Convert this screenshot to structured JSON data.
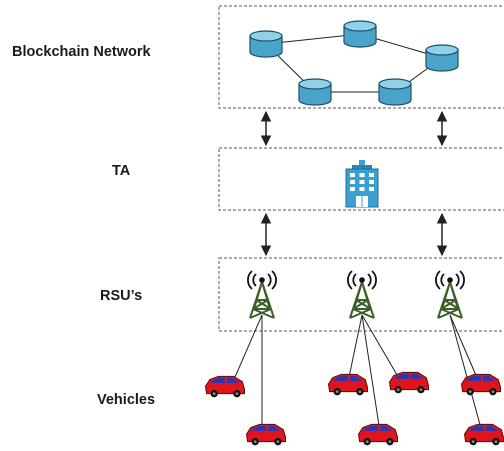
{
  "layers": {
    "blockchain": {
      "label": "Blockchain Network"
    },
    "ta": {
      "label": "TA"
    },
    "rsu": {
      "label": "RSU’s"
    },
    "vehicles": {
      "label": "Vehicles"
    }
  },
  "colors": {
    "node_fill": "#4aa3c9",
    "node_top": "#8fd0ea",
    "node_stroke": "#1d4e63",
    "box_dash": "#555555",
    "building": "#3b9fd1",
    "tower": "#3c5f2a",
    "car_body": "#e0141c",
    "car_window": "#2438b5",
    "line": "#222222"
  },
  "icons": {
    "node": "database-cylinder-icon",
    "ta": "office-building-icon",
    "rsu": "radio-tower-icon",
    "vehicle": "car-icon",
    "link": "bidirectional-arrow-icon"
  }
}
